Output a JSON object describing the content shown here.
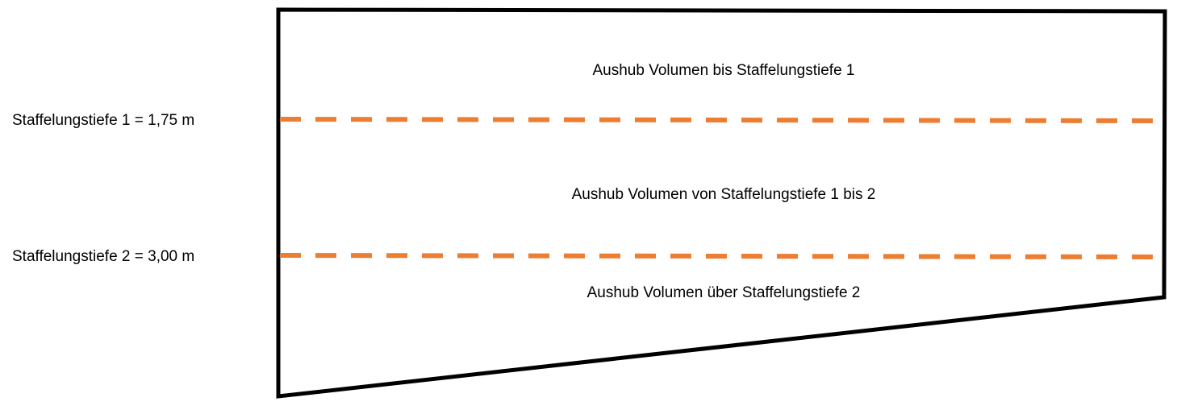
{
  "diagram": {
    "labels": {
      "depth_1": "Staffelungstiefe 1 = 1,75 m",
      "depth_2": "Staffelungstiefe 2 = 3,00 m"
    },
    "zones": {
      "zone_1": "Aushub Volumen bis Staffelungstiefe 1",
      "zone_2": "Aushub Volumen von Staffelungstiefe 1 bis 2",
      "zone_3": "Aushub Volumen über Staffelungstiefe 2"
    },
    "colors": {
      "outline": "#000000",
      "depth_line": "#ED7D31",
      "background": "#FFFFFF"
    }
  }
}
